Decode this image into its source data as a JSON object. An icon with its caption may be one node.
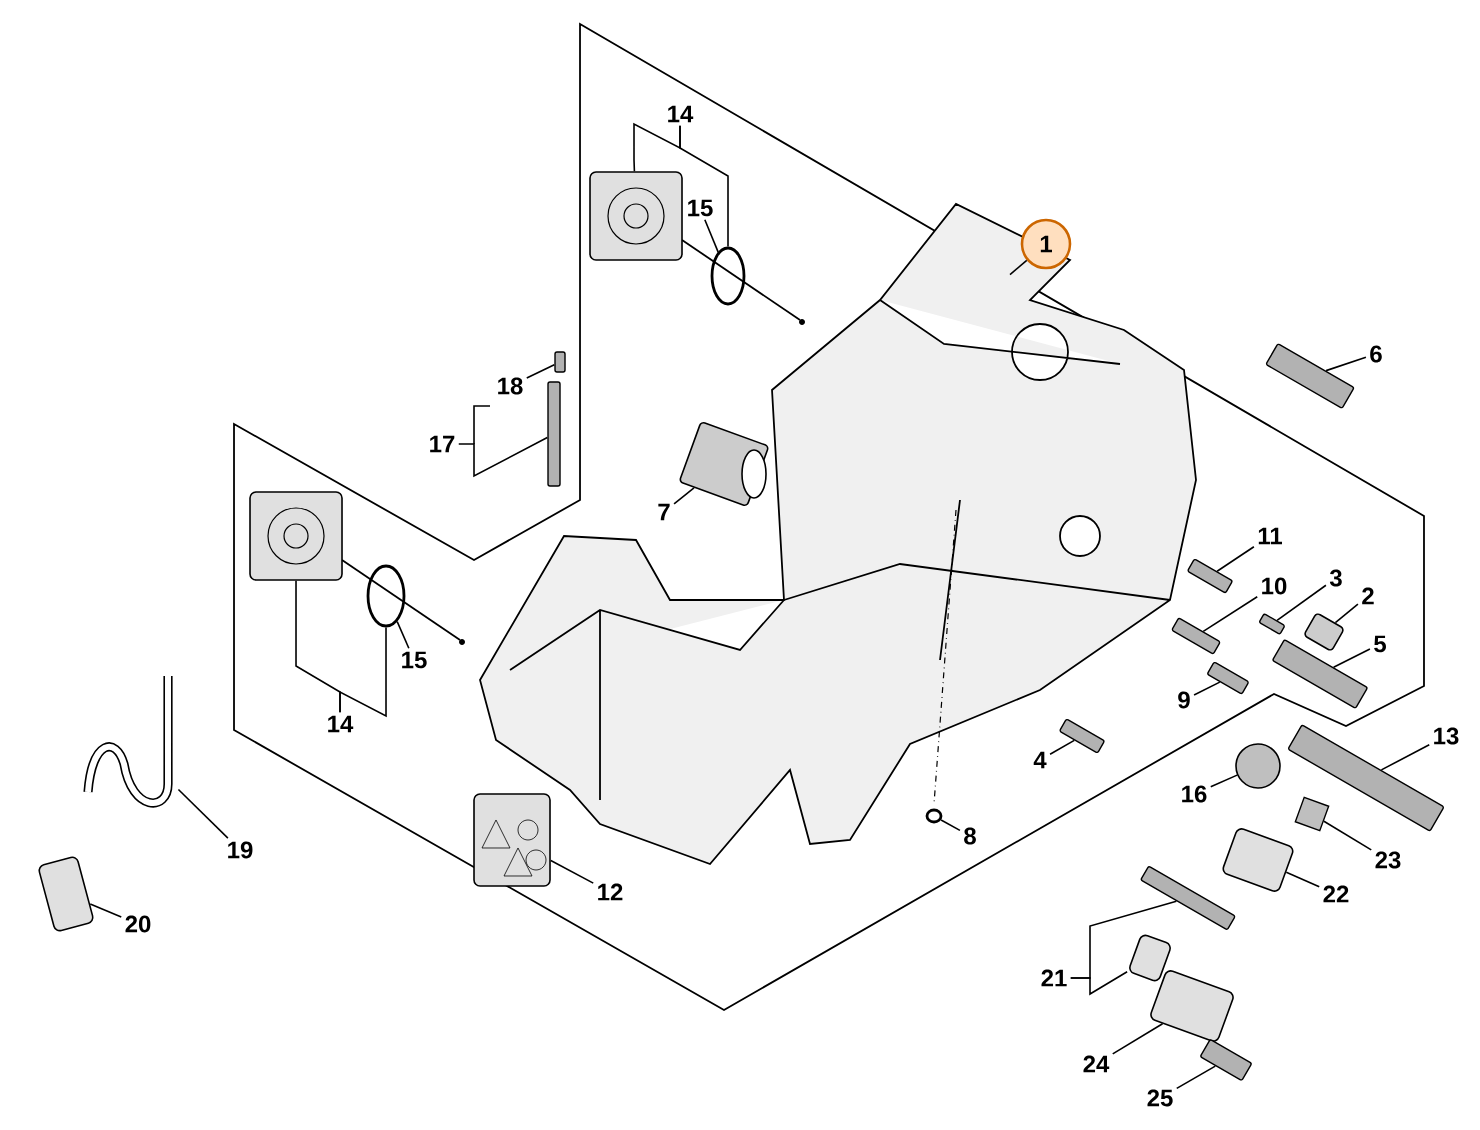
{
  "diagram": {
    "nodes": [
      {
        "text": [
          "1"
        ]
      },
      {
        "text": [
          "14"
        ]
      },
      {
        "text": [],
        "shape": "picture"
      },
      {
        "text": [
          "15"
        ]
      },
      {
        "text": [],
        "shape": "ring"
      },
      {
        "text": [
          "18"
        ]
      },
      {
        "text": [],
        "shape": "bolt"
      },
      {
        "text": [
          "17"
        ]
      },
      {
        "text": [],
        "shape": "bolt"
      },
      {
        "text": [
          "7"
        ]
      },
      {
        "text": [],
        "shape": "cylinder"
      },
      {
        "text": [
          "6"
        ]
      },
      {
        "text": [],
        "shape": "bolt"
      },
      {
        "text": [
          "11"
        ]
      },
      {
        "text": [],
        "shape": "bolt"
      },
      {
        "text": [
          "10"
        ]
      },
      {
        "text": [],
        "shape": "bolt"
      },
      {
        "text": [
          "3"
        ]
      },
      {
        "text": [],
        "shape": "bolt"
      },
      {
        "text": [
          "2"
        ]
      },
      {
        "text": [],
        "shape": "cylinder"
      },
      {
        "text": [
          "5"
        ]
      },
      {
        "text": [],
        "shape": "bolt"
      },
      {
        "text": [
          "9"
        ]
      },
      {
        "text": [],
        "shape": "bolt"
      },
      {
        "text": [
          "4"
        ]
      },
      {
        "text": [],
        "shape": "bolt"
      },
      {
        "text": [
          "8"
        ]
      },
      {
        "text": [],
        "shape": "ring"
      },
      {
        "text": [
          "14"
        ]
      },
      {
        "text": [],
        "shape": "picture"
      },
      {
        "text": [
          "15"
        ]
      },
      {
        "text": [],
        "shape": "ring"
      },
      {
        "text": [
          "12"
        ]
      },
      {
        "text": [],
        "shape": "picture"
      },
      {
        "text": [
          "19"
        ]
      },
      {
        "text": [],
        "shape": "picture"
      },
      {
        "text": [
          "20"
        ]
      },
      {
        "text": [],
        "shape": "picture"
      },
      {
        "text": [
          "13"
        ]
      },
      {
        "text": [],
        "shape": "bolt"
      },
      {
        "text": [
          "16"
        ]
      },
      {
        "text": [],
        "shape": "circle"
      },
      {
        "text": [
          "23"
        ]
      },
      {
        "text": [],
        "shape": "box"
      },
      {
        "text": [
          "22"
        ]
      },
      {
        "text": [],
        "shape": "picture"
      },
      {
        "text": [
          "21"
        ]
      },
      {
        "text": [],
        "shape": "bolt"
      },
      {
        "text": [],
        "shape": "picture"
      },
      {
        "text": [
          "24"
        ]
      },
      {
        "text": [],
        "shape": "picture"
      },
      {
        "text": [
          "25"
        ]
      },
      {
        "text": [],
        "shape": "bolt"
      }
    ],
    "edges": [
      {
        "from": 0,
        "to": null,
        "arrow": "none"
      },
      {
        "from": 1,
        "to": 2,
        "arrow": "none"
      },
      {
        "from": 1,
        "to": 4,
        "arrow": "none"
      },
      {
        "from": 3,
        "to": 4,
        "arrow": "none"
      },
      {
        "from": 5,
        "to": 6,
        "arrow": "none"
      },
      {
        "from": 7,
        "to": 8,
        "arrow": "none"
      },
      {
        "from": 9,
        "to": 10,
        "arrow": "none"
      },
      {
        "from": 11,
        "to": 12,
        "arrow": "none"
      },
      {
        "from": 13,
        "to": 14,
        "arrow": "none"
      },
      {
        "from": 15,
        "to": 16,
        "arrow": "none"
      },
      {
        "from": 17,
        "to": 18,
        "arrow": "none"
      },
      {
        "from": 19,
        "to": 20,
        "arrow": "none"
      },
      {
        "from": 21,
        "to": 22,
        "arrow": "none"
      },
      {
        "from": 23,
        "to": 24,
        "arrow": "none"
      },
      {
        "from": 25,
        "to": 26,
        "arrow": "none"
      },
      {
        "from": 27,
        "to": 28,
        "arrow": "none"
      },
      {
        "from": 29,
        "to": 30,
        "arrow": "none"
      },
      {
        "from": 29,
        "to": 32,
        "arrow": "none"
      },
      {
        "from": 31,
        "to": 32,
        "arrow": "none"
      },
      {
        "from": 33,
        "to": 34,
        "arrow": "none"
      },
      {
        "from": 35,
        "to": 36,
        "arrow": "none"
      },
      {
        "from": 37,
        "to": 38,
        "arrow": "none"
      },
      {
        "from": 39,
        "to": 40,
        "arrow": "none"
      },
      {
        "from": 41,
        "to": 42,
        "arrow": "none"
      },
      {
        "from": 43,
        "to": 44,
        "arrow": "none"
      },
      {
        "from": 45,
        "to": 46,
        "arrow": "none"
      },
      {
        "from": 47,
        "to": 48,
        "arrow": "none"
      },
      {
        "from": 47,
        "to": 49,
        "arrow": "none"
      },
      {
        "from": 50,
        "to": 51,
        "arrow": "none"
      },
      {
        "from": 52,
        "to": 53,
        "arrow": "none"
      }
    ]
  }
}
